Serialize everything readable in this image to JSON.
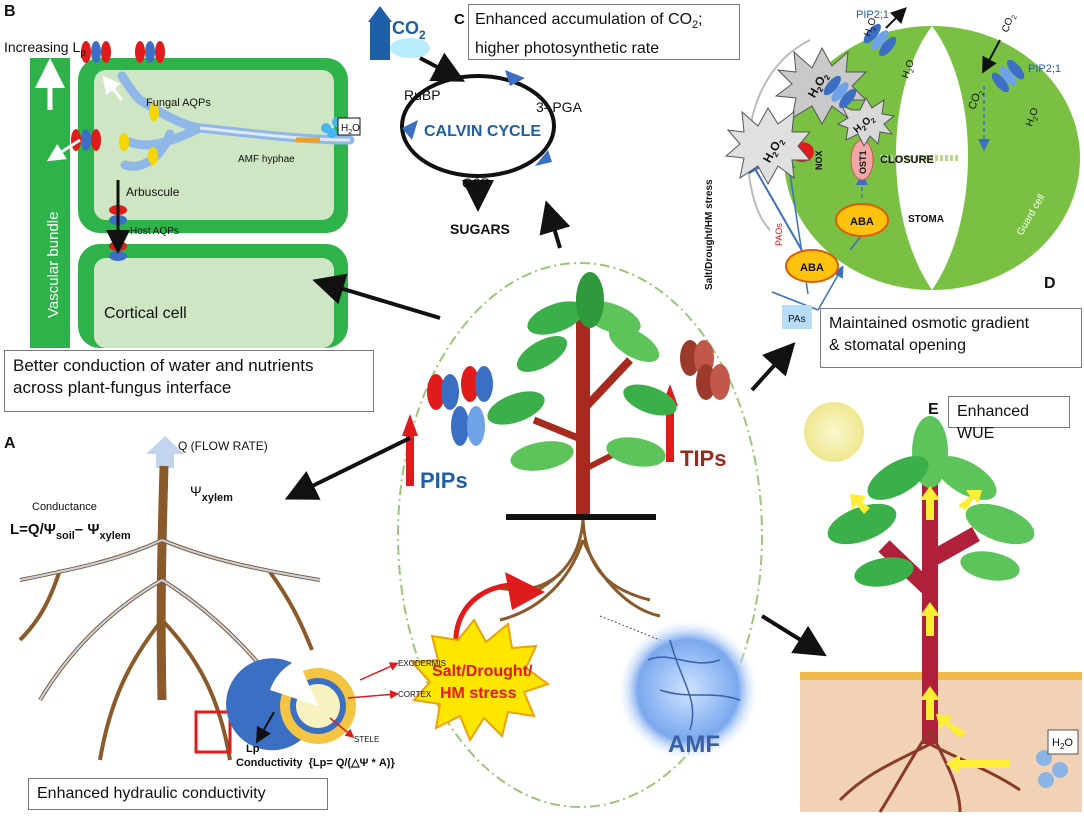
{
  "panels": {
    "a": {
      "letter": "A",
      "flow_rate": "Q (FLOW RATE)",
      "psi_xylem": "Ψ",
      "psi_xylem_sub": "xylem",
      "conductance_title": "Conductance",
      "conductance_formula": "L=Q/Ψ",
      "conductance_soil_sub": "soil",
      "conductance_minus": "– Ψ",
      "conductance_xylem_sub": "xylem",
      "exodermis": "EXODERMIS",
      "cortex": "CORTEX",
      "stele": "STELE",
      "lp": "Lp",
      "conductivity": "Conductivity",
      "conductivity_formula": "{Lp= Q/(△Ψ * A)}",
      "caption": "Enhanced hydraulic conductivity"
    },
    "b": {
      "letter": "B",
      "increasing_lp": "Increasing L",
      "increasing_lp_sub": "p",
      "fungal_aqps": "Fungal AQPs",
      "arbuscule": "Arbuscule",
      "amf_hyphae": "AMF hyphae",
      "host_aqps": "Host AQPs",
      "h2o": "H",
      "h2o_sub": "2",
      "h2o_end": "O",
      "vascular_bundle": "Vascular bundle",
      "cortical_cell": "Cortical cell",
      "caption_line1": "Better conduction of water and nutrients",
      "caption_line2": "across plant-fungus interface"
    },
    "c": {
      "letter": "C",
      "co2": "CO",
      "co2_sub": "2",
      "caption_line1": "Enhanced accumulation of CO",
      "caption_sub": "2",
      "caption_end": ";",
      "caption_line2": "higher photosynthetic rate",
      "rubp": "RuBP",
      "pga": "3- PGA",
      "cycle": "CALVIN CYCLE",
      "g3p": "G3P",
      "sugars": "SUGARS"
    },
    "d": {
      "letter": "D",
      "pip21_a": "PIP2;1",
      "pip21_b": "PIP2;1",
      "h2o2": "H",
      "h2o2_sub": "2",
      "h2o2_o": "O",
      "h2o2_sub2": "2",
      "h2o_small": "H",
      "h2o_small_sub": "2",
      "h2o_small_end": "O",
      "co2_small": "CO",
      "co2_small_sub": "2",
      "stress": "Salt/Drought/HM stress",
      "nox": "NOX",
      "ost1": "OST1",
      "closure": "CLOSURE",
      "paos": "PAOs",
      "aba1": "ABA",
      "aba2": "ABA",
      "pas": "PAs",
      "stoma": "STOMA",
      "guard_cell": "Guard cell",
      "caption_line1": "Maintained osmotic gradient",
      "caption_line2": "& stomatal opening"
    },
    "e": {
      "letter": "E",
      "caption": "Enhanced WUE",
      "h2o": "H",
      "h2o_sub": "2",
      "h2o_end": "O"
    },
    "center": {
      "pips": "PIPs",
      "tips": "TIPs",
      "stress_line1": "Salt/Drought/",
      "stress_line2": "HM stress",
      "amf": "AMF"
    }
  },
  "colors": {
    "green_cell": "#2eb34a",
    "cell_fill": "#cfe6c4",
    "stoma_green": "#7ac143",
    "calvin_blue": "#1f5fa8",
    "pip_blue": "#3a6fc4",
    "tip_red": "#9b3a2a",
    "arrow_red": "#e01b1b",
    "stress_yellow": "#ffe600",
    "stress_red": "#e01b1b",
    "root_brown": "#8b5a2b",
    "soil": "#f2d2b5",
    "aba_yellow": "#ffc20e",
    "sun": "#f7f2b0"
  }
}
